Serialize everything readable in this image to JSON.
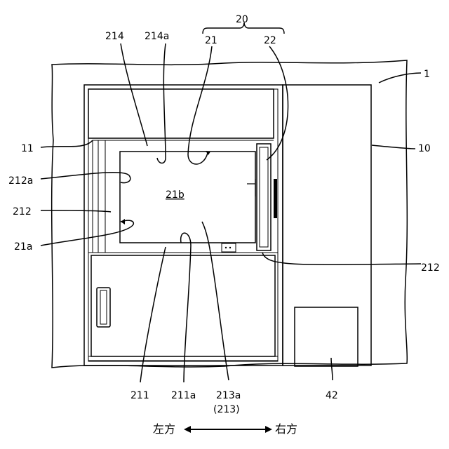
{
  "labels": {
    "l20": "20",
    "l214": "214",
    "l214a": "214a",
    "l21": "21",
    "l22": "22",
    "l1": "1",
    "l11": "11",
    "l10": "10",
    "l212a": "212a",
    "l21b": "21b",
    "l212_left": "212",
    "l21a": "21a",
    "l212_right": "212",
    "l211": "211",
    "l211a": "211a",
    "l213a": "213a",
    "l213": "(213)",
    "l42": "42",
    "dir_left": "左方",
    "dir_right": "右方"
  }
}
